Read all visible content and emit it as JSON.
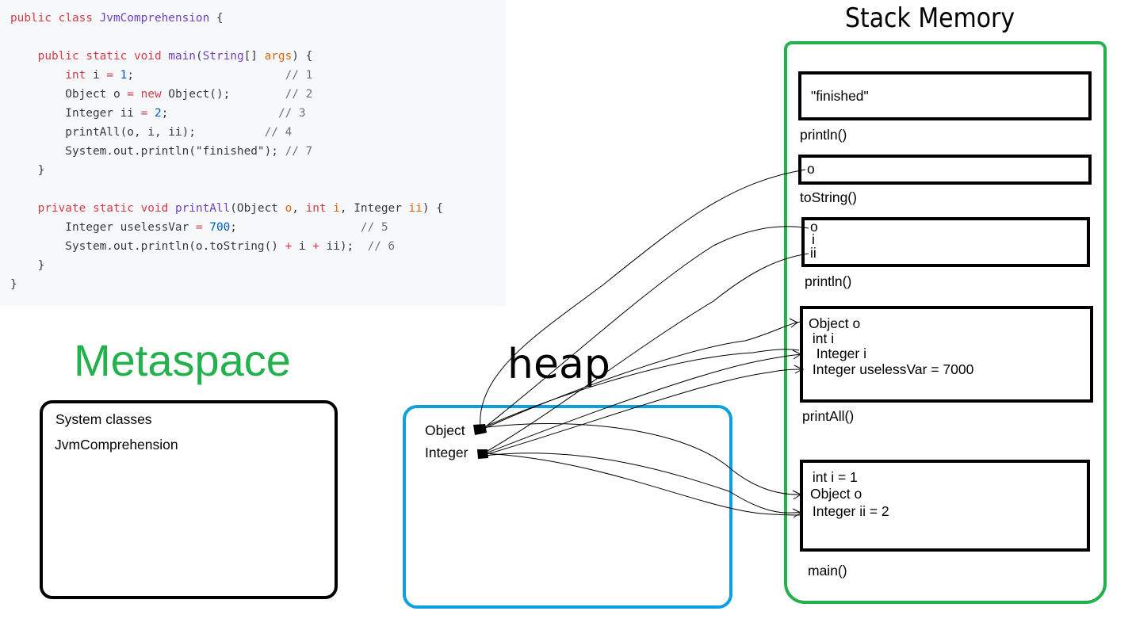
{
  "code": {
    "lines": [
      [
        [
          "kw",
          "public "
        ],
        [
          "kw",
          "class "
        ],
        [
          "ty",
          "JvmComprehension"
        ],
        [
          "pl",
          " {"
        ]
      ],
      [],
      [
        [
          "pl",
          "    "
        ],
        [
          "kw",
          "public "
        ],
        [
          "kw",
          "static "
        ],
        [
          "kw",
          "void "
        ],
        [
          "mt",
          "main"
        ],
        [
          "pl",
          "("
        ],
        [
          "ty",
          "String"
        ],
        [
          "pl",
          "[] "
        ],
        [
          "ar",
          "args"
        ],
        [
          "pl",
          ") {"
        ]
      ],
      [
        [
          "pl",
          "        "
        ],
        [
          "kw",
          "int"
        ],
        [
          "pl",
          " i "
        ],
        [
          "op",
          "="
        ],
        [
          "pl",
          " "
        ],
        [
          "nu",
          "1"
        ],
        [
          "pl",
          ";                      "
        ],
        [
          "cm",
          "// 1"
        ]
      ],
      [
        [
          "pl",
          "        Object o "
        ],
        [
          "op",
          "="
        ],
        [
          "pl",
          " "
        ],
        [
          "kw",
          "new"
        ],
        [
          "pl",
          " Object();        "
        ],
        [
          "cm",
          "// 2"
        ]
      ],
      [
        [
          "pl",
          "        Integer ii "
        ],
        [
          "op",
          "="
        ],
        [
          "pl",
          " "
        ],
        [
          "nu",
          "2"
        ],
        [
          "pl",
          ";                "
        ],
        [
          "cm",
          "// 3"
        ]
      ],
      [
        [
          "pl",
          "        printAll(o, i, ii);          "
        ],
        [
          "cm",
          "// 4"
        ]
      ],
      [
        [
          "pl",
          "        System.out.println(\"finished\"); "
        ],
        [
          "cm",
          "// 7"
        ]
      ],
      [
        [
          "pl",
          "    }"
        ]
      ],
      [],
      [
        [
          "pl",
          "    "
        ],
        [
          "kw",
          "private "
        ],
        [
          "kw",
          "static "
        ],
        [
          "kw",
          "void "
        ],
        [
          "mt",
          "printAll"
        ],
        [
          "pl",
          "(Object "
        ],
        [
          "ar",
          "o"
        ],
        [
          "pl",
          ", "
        ],
        [
          "kw",
          "int "
        ],
        [
          "ar",
          "i"
        ],
        [
          "pl",
          ", Integer "
        ],
        [
          "ar",
          "ii"
        ],
        [
          "pl",
          ") {"
        ]
      ],
      [
        [
          "pl",
          "        Integer uselessVar "
        ],
        [
          "op",
          "="
        ],
        [
          "pl",
          " "
        ],
        [
          "nu",
          "700"
        ],
        [
          "pl",
          ";                  "
        ],
        [
          "cm",
          "// 5"
        ]
      ],
      [
        [
          "pl",
          "        System.out.println(o.toString() "
        ],
        [
          "op",
          "+"
        ],
        [
          "pl",
          " i "
        ],
        [
          "op",
          "+"
        ],
        [
          "pl",
          " ii);  "
        ],
        [
          "cm",
          "// 6"
        ]
      ],
      [
        [
          "pl",
          "    }"
        ]
      ],
      [
        [
          "pl",
          "}"
        ]
      ]
    ]
  },
  "metaspace": {
    "title": "Metaspace",
    "items": [
      "System classes",
      "JvmComprehension"
    ]
  },
  "heap": {
    "title": "heap",
    "items": [
      "Object",
      "Integer"
    ]
  },
  "stack": {
    "title": "Stack Memory",
    "frames": [
      {
        "name": "println()",
        "lines": [
          "\"finished\""
        ]
      },
      {
        "name": "toString()",
        "lines": [
          "o"
        ]
      },
      {
        "name": "println()",
        "lines": [
          "o",
          "i",
          "ii"
        ]
      },
      {
        "name": "printAll()",
        "lines": [
          "Object o",
          " int i",
          "  Integer i",
          " Integer uselessVar = 7000"
        ]
      },
      {
        "name": "main()",
        "lines": [
          " int i = 1",
          "Object o",
          " Integer ii = 2"
        ]
      }
    ]
  },
  "colors": {
    "metaspace": "#22b14c",
    "stack_border": "#22b14c",
    "heap_border": "#0ca0e0",
    "code_background": "#f6f8fa"
  }
}
